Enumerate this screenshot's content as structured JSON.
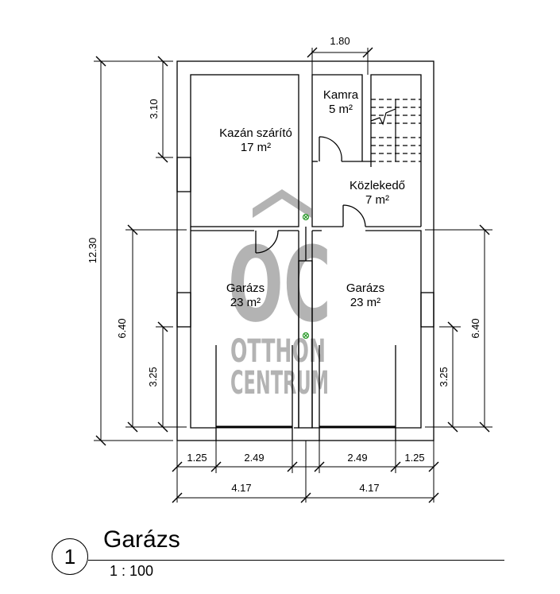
{
  "plan": {
    "title": "Garázs",
    "number": "1",
    "scale": "1 : 100"
  },
  "rooms": {
    "kazan": {
      "name": "Kazán szárító",
      "area": "17 m²"
    },
    "kamra": {
      "name": "Kamra",
      "area": "5 m²"
    },
    "kozlekedo": {
      "name": "Közlekedő",
      "area": "7 m²"
    },
    "garazs_left": {
      "name": "Garázs",
      "area": "23 m²"
    },
    "garazs_right": {
      "name": "Garázs",
      "area": "23 m²"
    }
  },
  "dimensions": {
    "top_kamra": "1.80",
    "left_total": "12.30",
    "left_upper": "3.10",
    "left_garage": "6.40",
    "left_lower": "3.25",
    "right_garage": "6.40",
    "right_lower": "3.25",
    "bottom_left_small": "1.25",
    "bottom_left_door": "2.49",
    "bottom_right_door": "2.49",
    "bottom_right_small": "1.25",
    "bottom_left_half": "4.17",
    "bottom_right_half": "4.17"
  },
  "watermark": {
    "logo": "OC",
    "line1": "OTTHON",
    "line2": "CENTRUM",
    "color": "#b3b3b3"
  },
  "colors": {
    "line": "#000000",
    "sensor": "#2a9a2a"
  }
}
